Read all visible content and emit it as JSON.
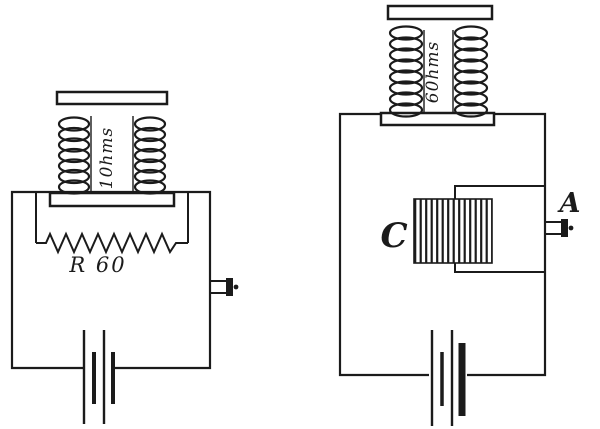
{
  "colors": {
    "ink": "#1b1b1b",
    "paper": "#ffffff"
  },
  "left_circuit": {
    "coil_label": "10hms",
    "resistor_label": "R 60"
  },
  "right_circuit": {
    "coil_label": "60hms",
    "capacitor_label": "C",
    "terminal_label": "A"
  }
}
